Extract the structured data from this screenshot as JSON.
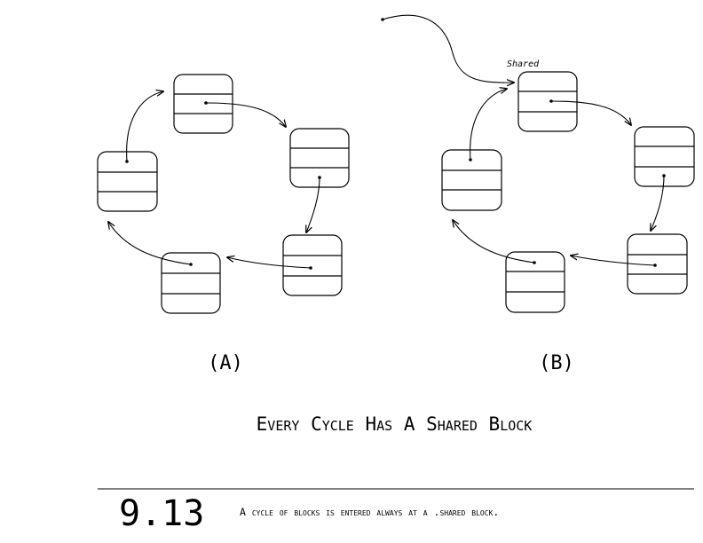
{
  "diagram": {
    "panel_a_label": "(A)",
    "panel_b_label": "(B)",
    "shared_label": "Shared",
    "caption": "Every Cycle Has A Shared Block",
    "figure_number": "9.13",
    "figure_caption": "A cycle of blocks is entered always at a .shared block."
  }
}
